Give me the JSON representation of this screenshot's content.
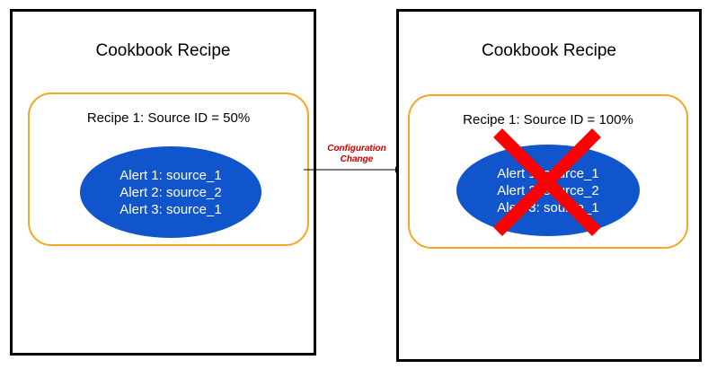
{
  "colors": {
    "panel_border": "#000000",
    "recipe_border": "#f5a623",
    "ellipse_fill": "#1155cc",
    "cross": "#ff0000",
    "change_label": "#cc0000"
  },
  "left_panel": {
    "title": "Cookbook Recipe",
    "recipe_label": "Recipe 1: Source ID = 50%",
    "alerts": [
      "Alert 1: source_1",
      "Alert 2: source_2",
      "Alert 3: source_1"
    ]
  },
  "transition": {
    "label_line1": "Configuration",
    "label_line2": "Change"
  },
  "right_panel": {
    "title": "Cookbook Recipe",
    "recipe_label": "Recipe 1: Source ID = 100%",
    "alerts": [
      "Alert 1: source_1",
      "Alert 2: source_2",
      "Alert 3: source_1"
    ],
    "crossed_out": true
  }
}
